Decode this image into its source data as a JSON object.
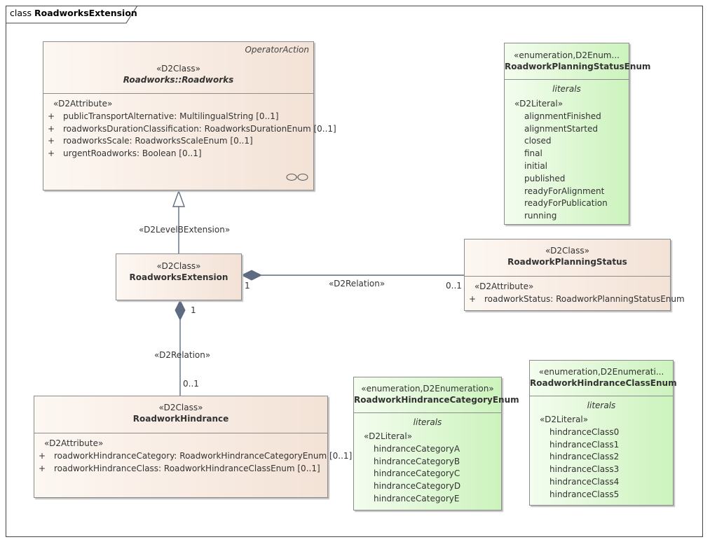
{
  "frame_label": {
    "kind": "class",
    "name": "RoadworksExtension"
  },
  "boxes": {
    "roadworks": {
      "abstract_tag": "OperatorAction",
      "stereotype": "«D2Class»",
      "name": "Roadworks::Roadworks",
      "attr_stereotype": "«D2Attribute»",
      "attributes": [
        {
          "vis": "+",
          "text": "publicTransportAlternative: MultilingualString [0..1]"
        },
        {
          "vis": "+",
          "text": "roadworksDurationClassification: RoadworksDurationEnum [0..1]"
        },
        {
          "vis": "+",
          "text": "roadworksScale: RoadworksScaleEnum [0..1]"
        },
        {
          "vis": "+",
          "text": "urgentRoadworks: Boolean [0..1]"
        }
      ]
    },
    "extension": {
      "stereotype": "«D2Class»",
      "name": "RoadworksExtension"
    },
    "planning_status": {
      "stereotype": "«D2Class»",
      "name": "RoadworkPlanningStatus",
      "attr_stereotype": "«D2Attribute»",
      "attributes": [
        {
          "vis": "+",
          "text": "roadworkStatus: RoadworkPlanningStatusEnum"
        }
      ]
    },
    "hindrance": {
      "stereotype": "«D2Class»",
      "name": "RoadworkHindrance",
      "attr_stereotype": "«D2Attribute»",
      "attributes": [
        {
          "vis": "+",
          "text": "roadworkHindranceCategory: RoadworkHindranceCategoryEnum [0..1]"
        },
        {
          "vis": "+",
          "text": "roadworkHindranceClass: RoadworkHindranceClassEnum [0..1]"
        }
      ]
    },
    "planning_status_enum": {
      "stereotype": "«enumeration,D2Enum...",
      "name": "RoadworkPlanningStatusEnum",
      "compartment_title": "literals",
      "literal_stereotype": "«D2Literal»",
      "literals": [
        "alignmentFinished",
        "alignmentStarted",
        "closed",
        "final",
        "initial",
        "published",
        "readyForAlignment",
        "readyForPublication",
        "running"
      ]
    },
    "category_enum": {
      "stereotype": "«enumeration,D2Enumeration»",
      "name": "RoadworkHindranceCategoryEnum",
      "compartment_title": "literals",
      "literal_stereotype": "«D2Literal»",
      "literals": [
        "hindranceCategoryA",
        "hindranceCategoryB",
        "hindranceCategoryC",
        "hindranceCategoryD",
        "hindranceCategoryE"
      ]
    },
    "class_enum": {
      "stereotype": "«enumeration,D2Enumerati...",
      "name": "RoadworkHindranceClassEnum",
      "compartment_title": "literals",
      "literal_stereotype": "«D2Literal»",
      "literals": [
        "hindranceClass0",
        "hindranceClass1",
        "hindranceClass2",
        "hindranceClass3",
        "hindranceClass4",
        "hindranceClass5"
      ]
    }
  },
  "connectors": {
    "generalization": {
      "label": "«D2LevelBExtension»"
    },
    "relation_status": {
      "label": "«D2Relation»",
      "source_mult": "1",
      "target_mult": "0..1"
    },
    "relation_hindrance": {
      "label": "«D2Relation»",
      "source_mult": "1",
      "target_mult": "0..1"
    }
  },
  "colors": {
    "class_fill_left": "#fdf7f2",
    "class_fill_right": "#f3e2d6",
    "enum_fill_left": "#f4fdef",
    "enum_fill_right": "#ccf3bd",
    "connector": "#5f6b80",
    "border": "#8c8c8c"
  }
}
